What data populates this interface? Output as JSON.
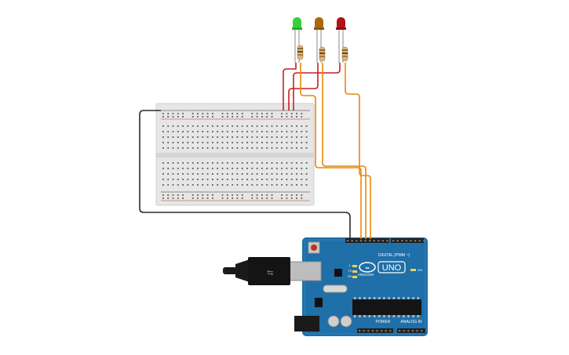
{
  "arduino": {
    "brand": "ARDUINO",
    "model": "UNO",
    "digital_label": "DIGITAL (PWM ~)",
    "power_label": "POWER",
    "analog_label": "ANALOG IN",
    "tx_label": "TX",
    "rx_label": "RX",
    "l_label": "L",
    "on_label": "ON"
  },
  "leds": [
    {
      "color": "green",
      "hex": "#35d23a"
    },
    {
      "color": "yellow",
      "hex": "#a86a10"
    },
    {
      "color": "red",
      "hex": "#b0141a"
    }
  ],
  "wires": {
    "anode": "#c81e1e",
    "signal": "#e8880c",
    "ground": "#2a2a2a"
  }
}
